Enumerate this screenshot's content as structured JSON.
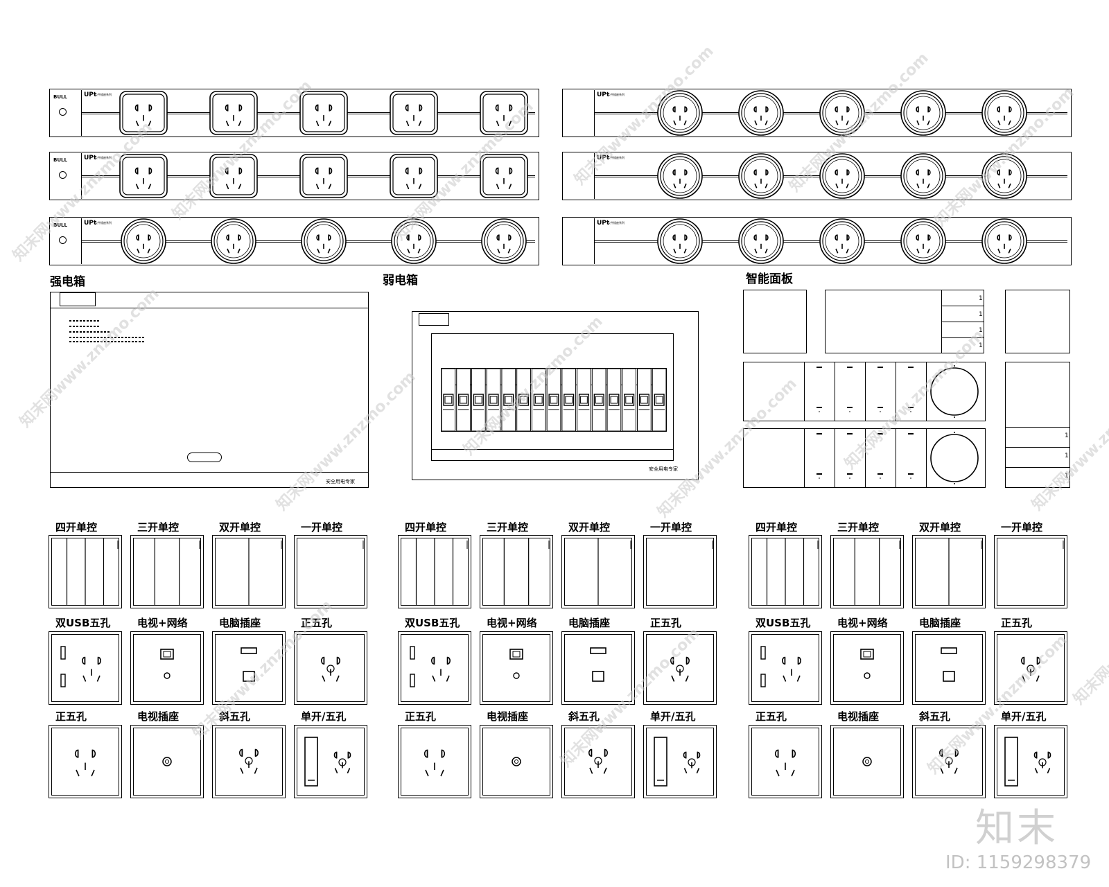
{
  "headings": {
    "strong_box": "强电箱",
    "weak_box": "弱电箱",
    "smart_panel": "智能面板"
  },
  "strips": {
    "brand_bull": "BULL",
    "brand_upt": "UPt",
    "brand_sub": "公牛插座系列"
  },
  "strong_box": {
    "footer": "安全用电专家"
  },
  "weak_box": {
    "footer": "安全用电专家"
  },
  "smart": {
    "num": "1"
  },
  "panel_groups": [
    {
      "row1": [
        "四开单控",
        "三开单控",
        "双开单控",
        "一开单控"
      ],
      "row2": [
        "双USB五孔",
        "电视+网络",
        "电脑插座",
        "正五孔"
      ],
      "row3": [
        "正五孔",
        "电视插座",
        "斜五孔",
        "单开/五孔"
      ]
    },
    {
      "row1": [
        "四开单控",
        "三开单控",
        "双开单控",
        "一开单控"
      ],
      "row2": [
        "双USB五孔",
        "电视+网络",
        "电脑插座",
        "正五孔"
      ],
      "row3": [
        "正五孔",
        "电视插座",
        "斜五孔",
        "单开/五孔"
      ]
    },
    {
      "row1": [
        "四开单控",
        "三开单控",
        "双开单控",
        "一开单控"
      ],
      "row2": [
        "双USB五孔",
        "电视+网络",
        "电脑插座",
        "正五孔"
      ],
      "row3": [
        "正五孔",
        "电视插座",
        "斜五孔",
        "单开/五孔"
      ]
    }
  ],
  "watermark": {
    "logo": "知末",
    "id_text": "ID: 1159298379",
    "site": "知末网www.znzmo.com"
  },
  "icons": [
    "power-icon",
    "socket-square-icon",
    "socket-round-icon",
    "usb-icon",
    "network-port-icon",
    "tv-port-icon",
    "rocker-switch-icon",
    "circuit-breaker-icon",
    "smart-dial-icon"
  ]
}
